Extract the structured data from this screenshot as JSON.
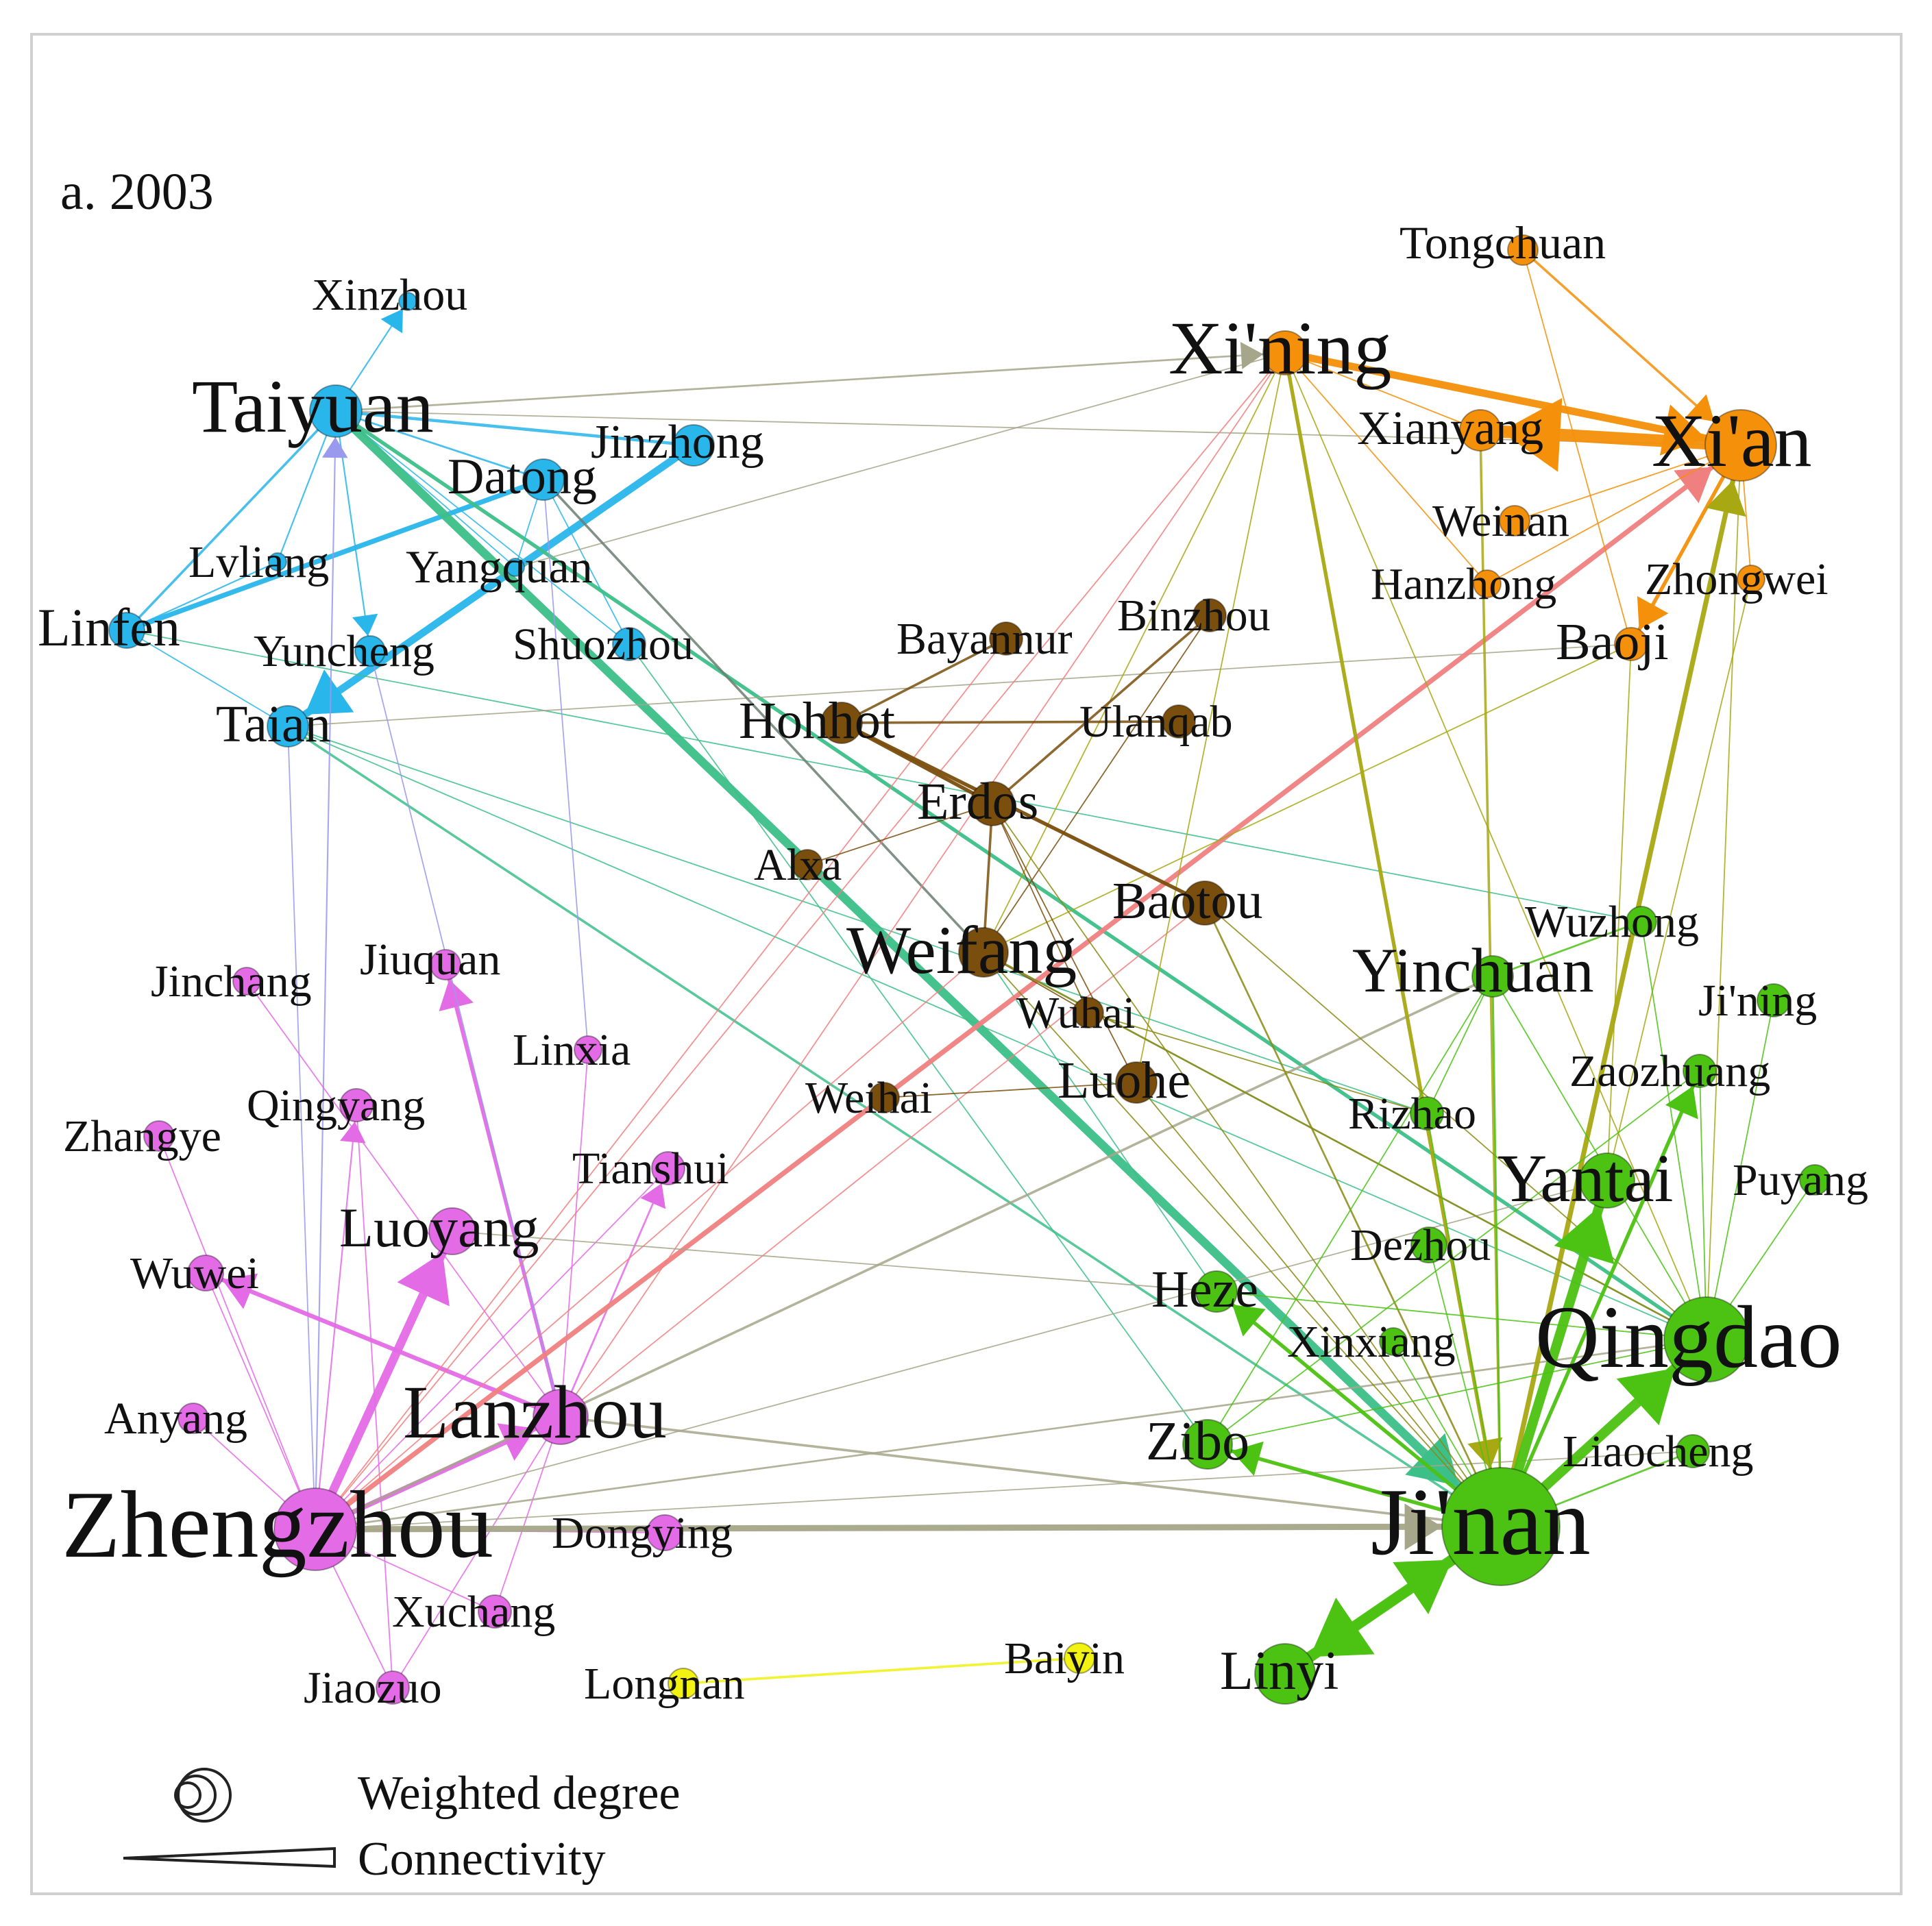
{
  "panel_label": "a. 2003",
  "communities": {
    "blue": {
      "color": "#29B6EA"
    },
    "purple": {
      "color": "#E46BE6"
    },
    "orange": {
      "color": "#F4900A"
    },
    "brown": {
      "color": "#7A4E0D"
    },
    "green": {
      "color": "#4CC213"
    },
    "yellow": {
      "color": "#F2F213"
    }
  },
  "nodes": [
    {
      "id": "taiyuan",
      "label": "Taiyuan",
      "community": "blue"
    },
    {
      "id": "xinzhou",
      "label": "Xinzhou",
      "community": "blue"
    },
    {
      "id": "jinzhong",
      "label": "Jinzhong",
      "community": "blue"
    },
    {
      "id": "datong",
      "label": "Datong",
      "community": "blue"
    },
    {
      "id": "lvliang",
      "label": "Lvliang",
      "community": "blue"
    },
    {
      "id": "yangquan",
      "label": "Yangquan",
      "community": "blue"
    },
    {
      "id": "linfen",
      "label": "Linfen",
      "community": "blue"
    },
    {
      "id": "yuncheng",
      "label": "Yuncheng",
      "community": "blue"
    },
    {
      "id": "shuozhou",
      "label": "Shuozhou",
      "community": "blue"
    },
    {
      "id": "taian",
      "label": "Taian",
      "community": "blue"
    },
    {
      "id": "tongchuan",
      "label": "Tongchuan",
      "community": "orange"
    },
    {
      "id": "xining",
      "label": "Xi'ning",
      "community": "orange"
    },
    {
      "id": "xianyang",
      "label": "Xianyang",
      "community": "orange"
    },
    {
      "id": "xian",
      "label": "Xi'an",
      "community": "orange"
    },
    {
      "id": "weinan",
      "label": "Weinan",
      "community": "orange"
    },
    {
      "id": "hanzhong",
      "label": "Hanzhong",
      "community": "orange"
    },
    {
      "id": "zhongwei",
      "label": "Zhongwei",
      "community": "orange"
    },
    {
      "id": "baoji",
      "label": "Baoji",
      "community": "orange"
    },
    {
      "id": "bayannur",
      "label": "Bayannur",
      "community": "brown"
    },
    {
      "id": "binzhou",
      "label": "Binzhou",
      "community": "brown"
    },
    {
      "id": "hohhot",
      "label": "Hohhot",
      "community": "brown"
    },
    {
      "id": "ulanqab",
      "label": "Ulanqab",
      "community": "brown"
    },
    {
      "id": "erdos",
      "label": "Erdos",
      "community": "brown"
    },
    {
      "id": "alxa",
      "label": "Alxa",
      "community": "brown"
    },
    {
      "id": "baotou",
      "label": "Baotou",
      "community": "brown"
    },
    {
      "id": "weifang",
      "label": "Weifang",
      "community": "brown"
    },
    {
      "id": "wuhai",
      "label": "Wuhai",
      "community": "brown"
    },
    {
      "id": "luohe",
      "label": "Luohe",
      "community": "brown"
    },
    {
      "id": "weihai",
      "label": "Weihai",
      "community": "brown"
    },
    {
      "id": "jinchang",
      "label": "Jinchang",
      "community": "purple"
    },
    {
      "id": "jiuquan",
      "label": "Jiuquan",
      "community": "purple"
    },
    {
      "id": "linxia",
      "label": "Linxia",
      "community": "purple"
    },
    {
      "id": "qingyang",
      "label": "Qingyang",
      "community": "purple"
    },
    {
      "id": "zhangye",
      "label": "Zhangye",
      "community": "purple"
    },
    {
      "id": "tianshui",
      "label": "Tianshui",
      "community": "purple"
    },
    {
      "id": "luoyang",
      "label": "Luoyang",
      "community": "purple"
    },
    {
      "id": "wuwei",
      "label": "Wuwei",
      "community": "purple"
    },
    {
      "id": "anyang",
      "label": "Anyang",
      "community": "purple"
    },
    {
      "id": "lanzhou",
      "label": "Lanzhou",
      "community": "purple"
    },
    {
      "id": "zhengzhou",
      "label": "Zhengzhou",
      "community": "purple"
    },
    {
      "id": "dongying",
      "label": "Dongying",
      "community": "purple"
    },
    {
      "id": "xuchang",
      "label": "Xuchang",
      "community": "purple"
    },
    {
      "id": "jiaozuo",
      "label": "Jiaozuo",
      "community": "purple"
    },
    {
      "id": "longnan",
      "label": "Longnan",
      "community": "yellow"
    },
    {
      "id": "baiyin",
      "label": "Baiyin",
      "community": "yellow"
    },
    {
      "id": "wuzhong",
      "label": "Wuzhong",
      "community": "green"
    },
    {
      "id": "yinchuan",
      "label": "Yinchuan",
      "community": "green"
    },
    {
      "id": "jining",
      "label": "Ji'ning",
      "community": "green"
    },
    {
      "id": "zaozhuang",
      "label": "Zaozhuang",
      "community": "green"
    },
    {
      "id": "rizhao",
      "label": "Rizhao",
      "community": "green"
    },
    {
      "id": "yantai",
      "label": "Yantai",
      "community": "green"
    },
    {
      "id": "puyang",
      "label": "Puyang",
      "community": "green"
    },
    {
      "id": "dezhou",
      "label": "Dezhou",
      "community": "green"
    },
    {
      "id": "heze",
      "label": "Heze",
      "community": "green"
    },
    {
      "id": "xinxiang",
      "label": "Xinxiang",
      "community": "green"
    },
    {
      "id": "qingdao",
      "label": "Qingdao",
      "community": "green"
    },
    {
      "id": "zibo",
      "label": "Zibo",
      "community": "green"
    },
    {
      "id": "liaocheng",
      "label": "Liaocheng",
      "community": "green"
    },
    {
      "id": "jinan",
      "label": "Ji'nan",
      "community": "green"
    },
    {
      "id": "linyi",
      "label": "Linyi",
      "community": "green"
    }
  ],
  "edges": [
    [
      "jinzhong",
      "taian",
      "#29B6EA",
      6,
      true
    ],
    [
      "taiyuan",
      "xinzhou",
      "#29B6EA",
      1.2,
      true
    ],
    [
      "taiyuan",
      "jinzhong",
      "#29B6EA",
      2.5,
      false
    ],
    [
      "taiyuan",
      "datong",
      "#29B6EA",
      1.5,
      false
    ],
    [
      "taiyuan",
      "lvliang",
      "#29B6EA",
      1.2,
      false
    ],
    [
      "taiyuan",
      "linfen",
      "#29B6EA",
      2,
      false
    ],
    [
      "taiyuan",
      "yuncheng",
      "#29B6EA",
      1.2,
      true
    ],
    [
      "taiyuan",
      "shuozhou",
      "#29B6EA",
      1,
      false
    ],
    [
      "taiyuan",
      "yangquan",
      "#29B6EA",
      1,
      false
    ],
    [
      "datong",
      "linfen",
      "#29B6EA",
      4,
      false
    ],
    [
      "datong",
      "yangquan",
      "#29B6EA",
      1,
      false
    ],
    [
      "datong",
      "shuozhou",
      "#29B6EA",
      1,
      false
    ],
    [
      "linfen",
      "lvliang",
      "#29B6EA",
      1.2,
      false
    ],
    [
      "linfen",
      "taian",
      "#29B6EA",
      1,
      false
    ],
    [
      "taiyuan",
      "jinan",
      "#3DBF8A",
      7,
      true
    ],
    [
      "taiyuan",
      "qingdao",
      "#3DBF8A",
      3,
      false
    ],
    [
      "taiyuan",
      "xining",
      "#A6A68A",
      1.5,
      true
    ],
    [
      "taiyuan",
      "xian",
      "#A6A68A",
      1,
      false
    ],
    [
      "yangquan",
      "xining",
      "#A6A68A",
      1,
      false
    ],
    [
      "linfen",
      "wuzhong",
      "#3DBF8A",
      1,
      false
    ],
    [
      "taian",
      "jinan",
      "#3DBF8A",
      2,
      false
    ],
    [
      "taian",
      "rizhao",
      "#3DBF8A",
      1,
      false
    ],
    [
      "taian",
      "qingdao",
      "#3DBF8A",
      1,
      false
    ],
    [
      "taian",
      "baoji",
      "#A6A68A",
      1,
      false
    ],
    [
      "shuozhou",
      "zibo",
      "#3DBF8A",
      1,
      false
    ],
    [
      "datong",
      "weifang",
      "#6A8070",
      2,
      false
    ],
    [
      "weifang",
      "qingdao",
      "#3DBF8A",
      1,
      false
    ],
    [
      "weifang",
      "heze",
      "#3DBF8A",
      1,
      false
    ],
    [
      "zhengzhou",
      "lanzhou",
      "#E46BE6",
      4,
      true
    ],
    [
      "zhengzhou",
      "luoyang",
      "#E46BE6",
      7,
      true
    ],
    [
      "zhengzhou",
      "qingyang",
      "#E46BE6",
      1.2,
      true
    ],
    [
      "zhengzhou",
      "tianshui",
      "#E46BE6",
      1,
      false
    ],
    [
      "zhengzhou",
      "anyang",
      "#E46BE6",
      1,
      false
    ],
    [
      "zhengzhou",
      "zhangye",
      "#E46BE6",
      1,
      false
    ],
    [
      "zhengzhou",
      "jiaozuo",
      "#E46BE6",
      1,
      false
    ],
    [
      "zhengzhou",
      "xuchang",
      "#E46BE6",
      1,
      false
    ],
    [
      "zhengzhou",
      "dongying",
      "#E46BE6",
      1,
      false
    ],
    [
      "zhengzhou",
      "wuwei",
      "#E46BE6",
      1,
      false
    ],
    [
      "zhengzhou",
      "taiyuan",
      "#9999EE",
      1.2,
      true
    ],
    [
      "zhengzhou",
      "taian",
      "#9999EE",
      1,
      false
    ],
    [
      "lanzhou",
      "jiuquan",
      "#E46BE6",
      3,
      true
    ],
    [
      "lanzhou",
      "wuwei",
      "#E46BE6",
      3.5,
      true
    ],
    [
      "lanzhou",
      "tianshui",
      "#E46BE6",
      1.5,
      true
    ],
    [
      "lanzhou",
      "linxia",
      "#E46BE6",
      1,
      false
    ],
    [
      "lanzhou",
      "jinchang",
      "#E46BE6",
      1,
      false
    ],
    [
      "lanzhou",
      "jiaozuo",
      "#E46BE6",
      1,
      false
    ],
    [
      "lanzhou",
      "xuchang",
      "#E46BE6",
      1,
      false
    ],
    [
      "lanzhou",
      "yuncheng",
      "#9999EE",
      1,
      false
    ],
    [
      "linxia",
      "datong",
      "#9999EE",
      1,
      false
    ],
    [
      "jiaozuo",
      "qingyang",
      "#E46BE6",
      1,
      false
    ],
    [
      "zhengzhou",
      "xian",
      "#F08080",
      4,
      true
    ],
    [
      "zhengzhou",
      "xining",
      "#F08080",
      1,
      false
    ],
    [
      "zhengzhou",
      "bayannur",
      "#F08080",
      1,
      false
    ],
    [
      "zhengzhou",
      "weifang",
      "#F08080",
      1,
      false
    ],
    [
      "lanzhou",
      "xining",
      "#F08080",
      1,
      false
    ],
    [
      "lanzhou",
      "baotou",
      "#F08080",
      1,
      false
    ],
    [
      "zhengzhou",
      "jinan",
      "#A6A68A",
      5,
      true
    ],
    [
      "zhengzhou",
      "qingdao",
      "#A6A68A",
      1.5,
      false
    ],
    [
      "zhengzhou",
      "yinchuan",
      "#A6A68A",
      2,
      false
    ],
    [
      "zhengzhou",
      "yantai",
      "#A6A68A",
      1,
      false
    ],
    [
      "zhengzhou",
      "liaocheng",
      "#A6A68A",
      1,
      false
    ],
    [
      "lanzhou",
      "jinan",
      "#A6A68A",
      2,
      false
    ],
    [
      "luoyang",
      "heze",
      "#A6A68A",
      1,
      false
    ],
    [
      "xining",
      "xian",
      "#F4900A",
      6,
      true
    ],
    [
      "xining",
      "xianyang",
      "#F4900A",
      1,
      false
    ],
    [
      "xining",
      "hanzhong",
      "#F4900A",
      1,
      false
    ],
    [
      "tongchuan",
      "xian",
      "#F4900A",
      2,
      true
    ],
    [
      "tongchuan",
      "baoji",
      "#F4900A",
      1,
      false
    ],
    [
      "xian",
      "xianyang",
      "#F4900A",
      10,
      true
    ],
    [
      "xian",
      "baoji",
      "#F4900A",
      3,
      true
    ],
    [
      "xian",
      "weinan",
      "#F4900A",
      1,
      false
    ],
    [
      "xian",
      "hanzhong",
      "#F4900A",
      1,
      false
    ],
    [
      "xian",
      "zhongwei",
      "#F4900A",
      1,
      false
    ],
    [
      "xining",
      "jinan",
      "#A8A813",
      3,
      true
    ],
    [
      "xining",
      "qingdao",
      "#A8A813",
      1,
      false
    ],
    [
      "xining",
      "weifang",
      "#A8A813",
      1,
      false
    ],
    [
      "xining",
      "luohe",
      "#A8A813",
      1,
      false
    ],
    [
      "jinan",
      "xian",
      "#A8A813",
      4,
      true
    ],
    [
      "xianyang",
      "jinan",
      "#A8A813",
      2,
      false
    ],
    [
      "baoji",
      "yantai",
      "#A8A813",
      1,
      false
    ],
    [
      "zhongwei",
      "yantai",
      "#A8A813",
      1,
      false
    ],
    [
      "xian",
      "qingdao",
      "#A8A813",
      1,
      false
    ],
    [
      "baoji",
      "weifang",
      "#A8A813",
      1,
      false
    ],
    [
      "hohhot",
      "erdos",
      "#7A4E0D",
      3,
      false
    ],
    [
      "hohhot",
      "bayannur",
      "#7A4E0D",
      2,
      false
    ],
    [
      "hohhot",
      "ulanqab",
      "#7A4E0D",
      2,
      false
    ],
    [
      "hohhot",
      "baotou",
      "#7A4E0D",
      3,
      false
    ],
    [
      "erdos",
      "binzhou",
      "#7A4E0D",
      2,
      false
    ],
    [
      "erdos",
      "weifang",
      "#7A4E0D",
      2,
      false
    ],
    [
      "erdos",
      "alxa",
      "#7A4E0D",
      1,
      false
    ],
    [
      "erdos",
      "wuhai",
      "#7A4E0D",
      1,
      false
    ],
    [
      "erdos",
      "luohe",
      "#7A4E0D",
      1,
      false
    ],
    [
      "weifang",
      "wuhai",
      "#7A4E0D",
      1,
      false
    ],
    [
      "weihai",
      "luohe",
      "#7A4E0D",
      1,
      false
    ],
    [
      "weifang",
      "binzhou",
      "#7A4E0D",
      1,
      false
    ],
    [
      "baotou",
      "jinan",
      "#8A8A13",
      1.5,
      false
    ],
    [
      "baotou",
      "qingdao",
      "#8A8A13",
      1,
      false
    ],
    [
      "weifang",
      "qingdao",
      "#8A8A13",
      1.5,
      false
    ],
    [
      "weifang",
      "jinan",
      "#8A8A13",
      1,
      false
    ],
    [
      "erdos",
      "jinan",
      "#8A8A13",
      1,
      false
    ],
    [
      "luohe",
      "jinan",
      "#8A8A13",
      1,
      false
    ],
    [
      "wuhai",
      "rizhao",
      "#8A8A13",
      1,
      false
    ],
    [
      "jinan",
      "qingdao",
      "#4CC213",
      8,
      true
    ],
    [
      "jinan",
      "linyi",
      "#4CC213",
      9,
      true
    ],
    [
      "linyi",
      "jinan",
      "#4CC213",
      8,
      true
    ],
    [
      "jinan",
      "yantai",
      "#4CC213",
      8,
      true
    ],
    [
      "jinan",
      "zibo",
      "#4CC213",
      3,
      true
    ],
    [
      "jinan",
      "heze",
      "#4CC213",
      3,
      true
    ],
    [
      "jinan",
      "zaozhuang",
      "#4CC213",
      3,
      true
    ],
    [
      "jinan",
      "liaocheng",
      "#4CC213",
      1.5,
      false
    ],
    [
      "jinan",
      "yinchuan",
      "#4CC213",
      1.5,
      false
    ],
    [
      "jinan",
      "rizhao",
      "#4CC213",
      1,
      false
    ],
    [
      "jinan",
      "dezhou",
      "#4CC213",
      1,
      false
    ],
    [
      "jinan",
      "xinxiang",
      "#4CC213",
      1,
      false
    ],
    [
      "qingdao",
      "yinchuan",
      "#4CC213",
      1,
      false
    ],
    [
      "qingdao",
      "wuzhong",
      "#4CC213",
      1,
      false
    ],
    [
      "qingdao",
      "jining",
      "#4CC213",
      1,
      false
    ],
    [
      "qingdao",
      "zaozhuang",
      "#4CC213",
      1,
      false
    ],
    [
      "qingdao",
      "puyang",
      "#4CC213",
      1,
      false
    ],
    [
      "qingdao",
      "heze",
      "#4CC213",
      1,
      false
    ],
    [
      "qingdao",
      "zibo",
      "#4CC213",
      1,
      false
    ],
    [
      "yinchuan",
      "wuzhong",
      "#4CC213",
      1.5,
      false
    ],
    [
      "yinchuan",
      "rizhao",
      "#4CC213",
      1,
      false
    ],
    [
      "yinchuan",
      "zibo",
      "#4CC213",
      1,
      false
    ],
    [
      "zaozhuang",
      "zibo",
      "#4CC213",
      1,
      false
    ],
    [
      "longnan",
      "baiyin",
      "#F2F213",
      2,
      false
    ]
  ],
  "legend": {
    "degree_label": "Weighted degree",
    "connectivity_label": "Connectivity"
  }
}
